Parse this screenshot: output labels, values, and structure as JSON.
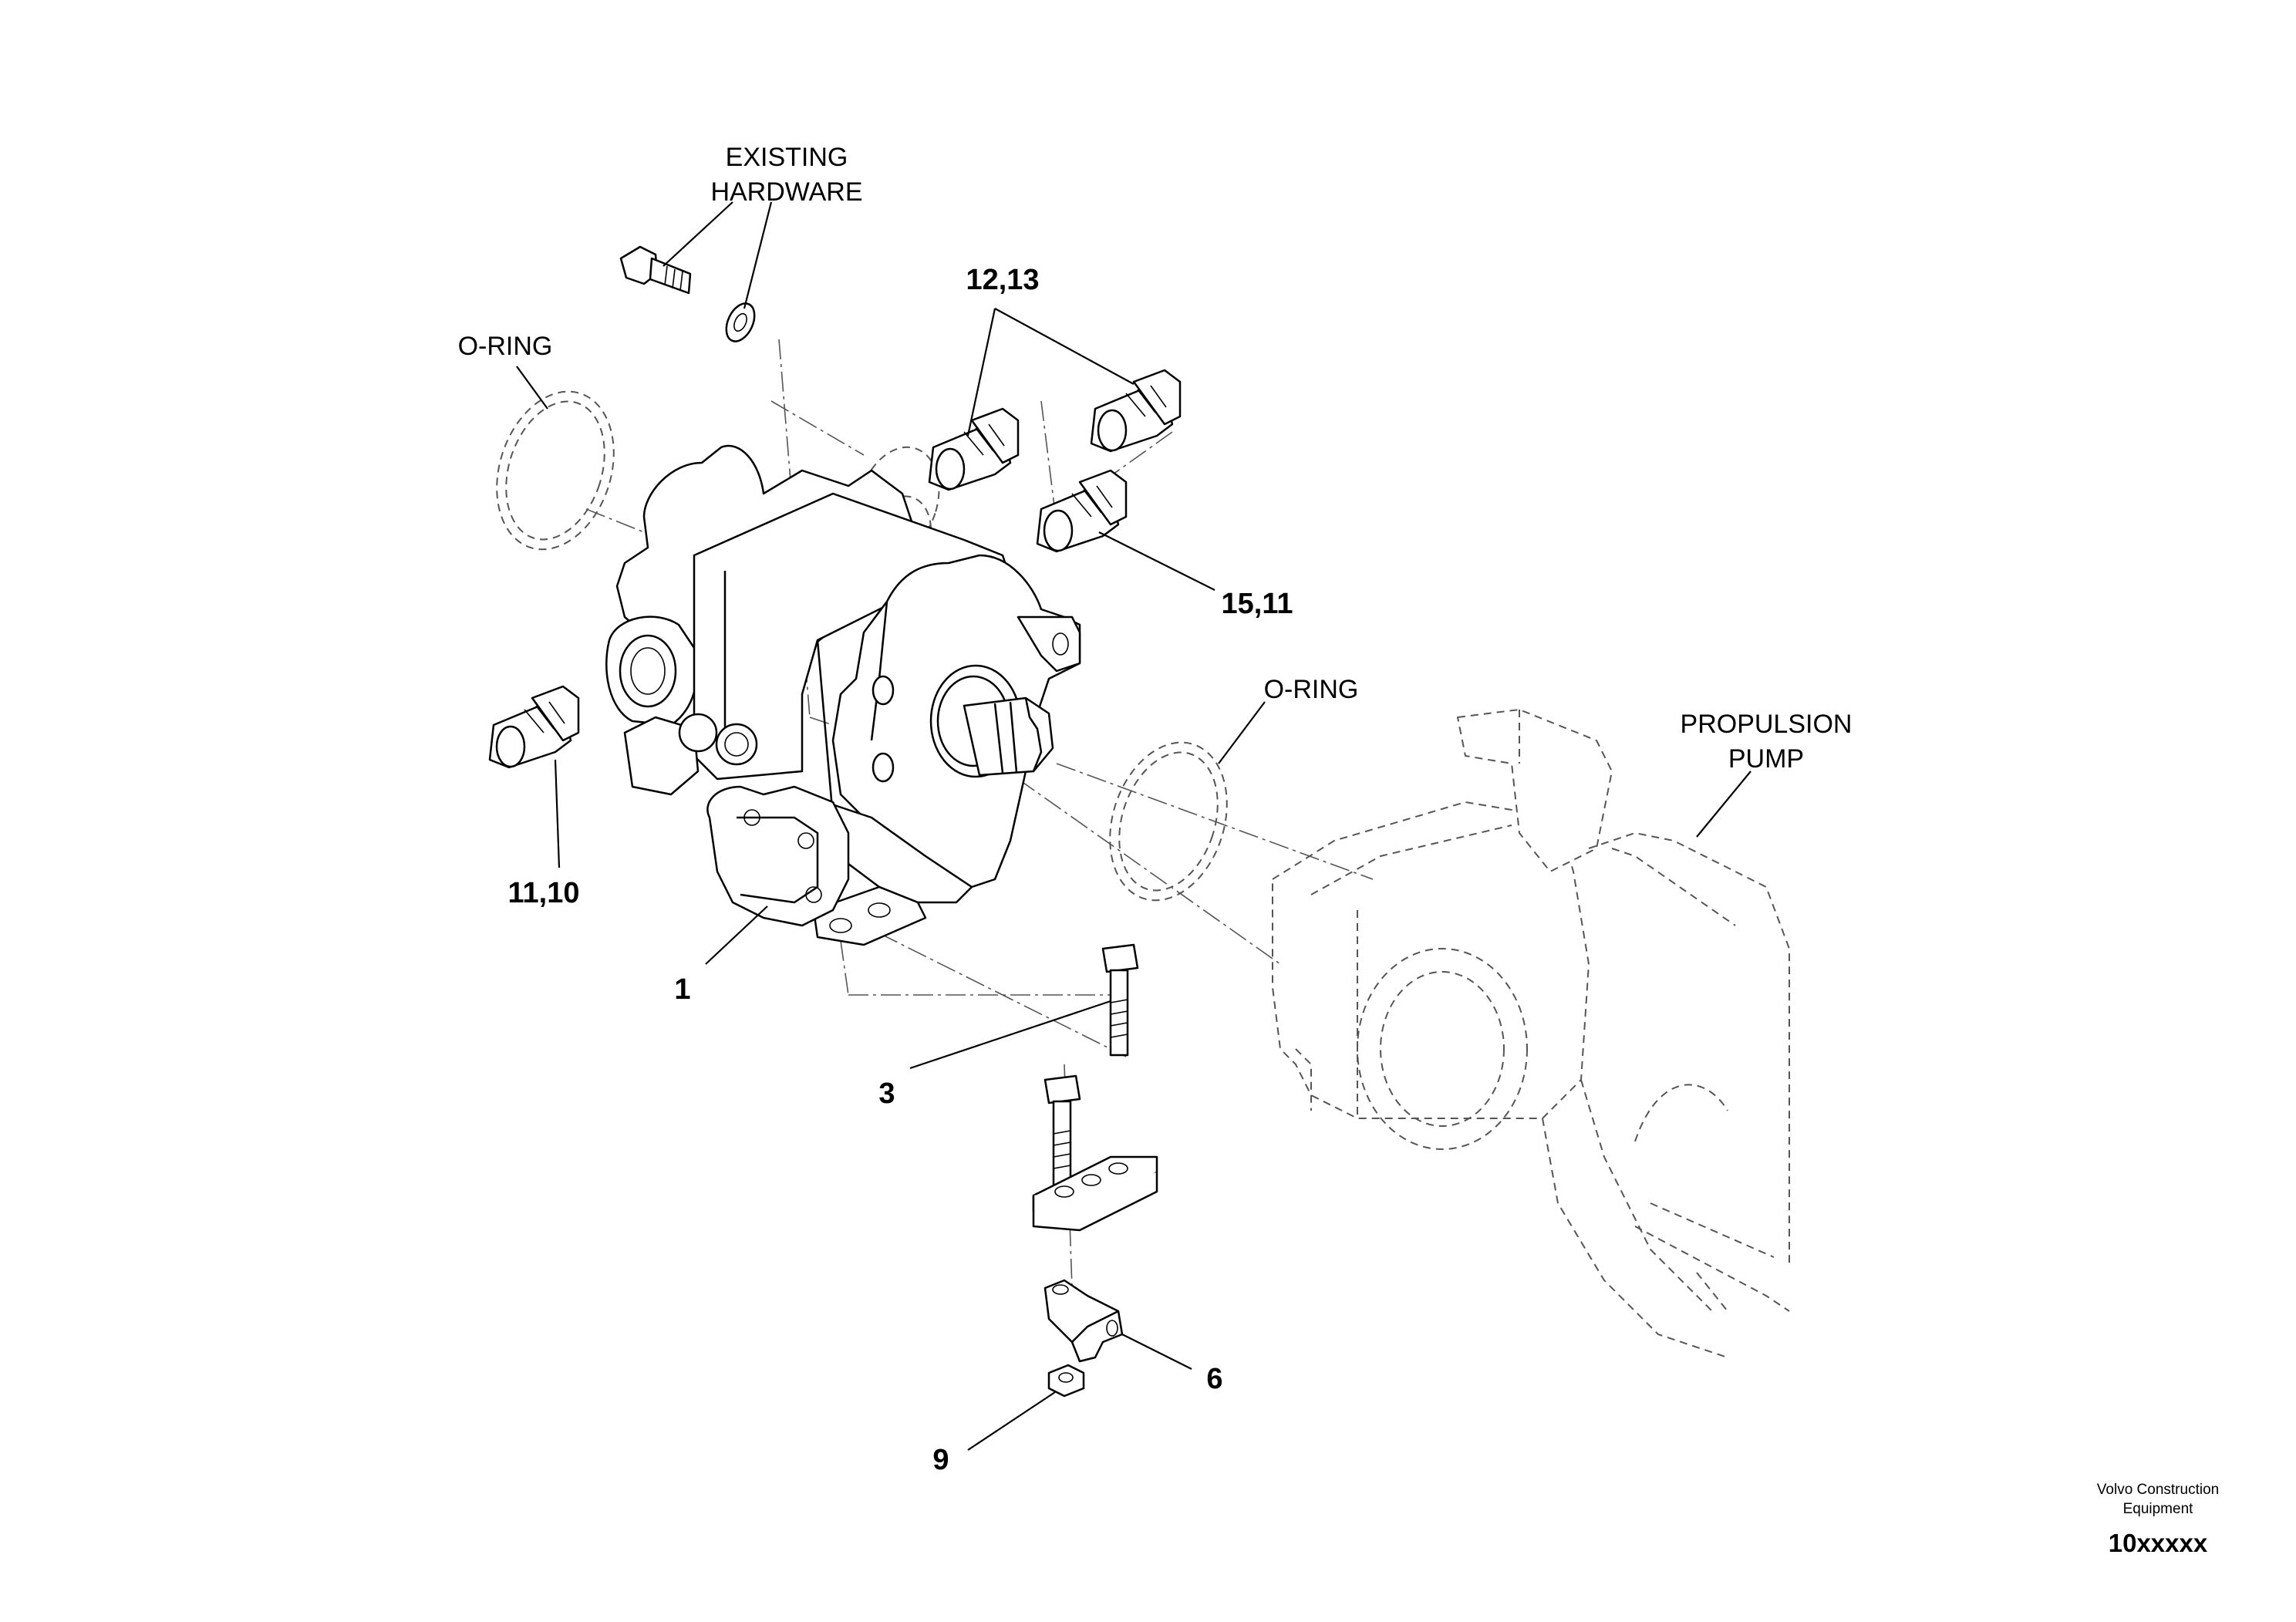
{
  "labels": {
    "existing_hardware_line1": "EXISTING",
    "existing_hardware_line2": "HARDWARE",
    "o_ring_left": "O-RING",
    "o_ring_right": "O-RING",
    "fitting_12_13": "12,13",
    "fitting_15_11": "15,11",
    "fitting_11_10": "11,10",
    "propulsion_pump_line1": "PROPULSION",
    "propulsion_pump_line2": "PUMP",
    "part_1": "1",
    "part_3": "3",
    "part_6": "6",
    "part_9": "9"
  },
  "footer": {
    "company_line1": "Volvo Construction",
    "company_line2": "Equipment",
    "drawing_number": "10xxxxx"
  }
}
